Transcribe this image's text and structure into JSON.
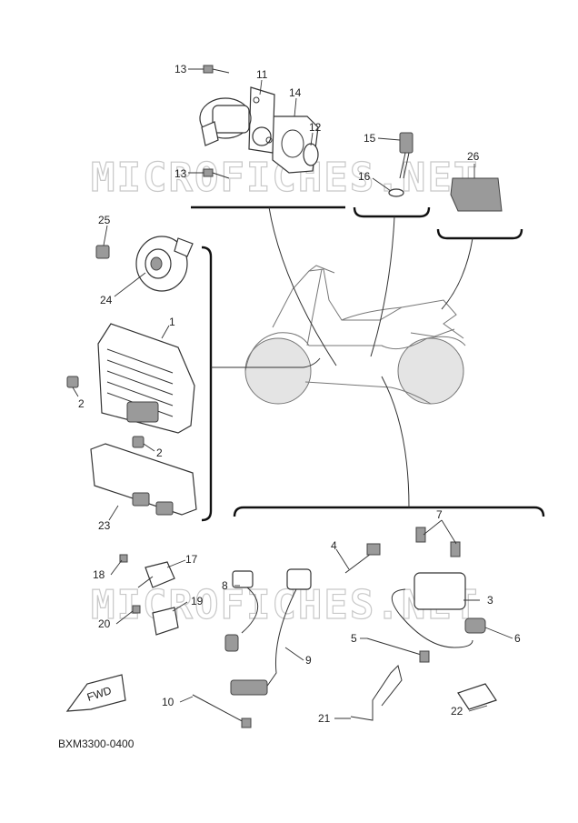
{
  "diagram": {
    "code": "BXM3300-0400",
    "watermark": "MICROFICHES.NET",
    "fwd_label": "FWD",
    "callouts": {
      "c1": "1",
      "c2a": "2",
      "c2b": "2",
      "c3": "3",
      "c4": "4",
      "c5": "5",
      "c6": "6",
      "c7": "7",
      "c8": "8",
      "c9": "9",
      "c10": "10",
      "c11": "11",
      "c12": "12",
      "c13a": "13",
      "c13b": "13",
      "c14": "14",
      "c15": "15",
      "c16": "16",
      "c17": "17",
      "c18": "18",
      "c19": "19",
      "c20": "20",
      "c21": "21",
      "c22": "22",
      "c23": "23",
      "c24": "24",
      "c25": "25",
      "c26": "26"
    }
  }
}
